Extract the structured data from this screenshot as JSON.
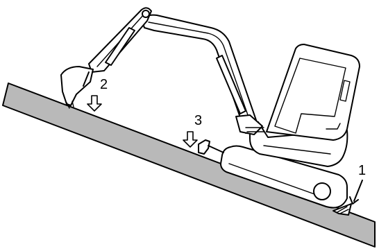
{
  "callouts": {
    "one": "1",
    "two": "2",
    "three": "3"
  },
  "colors": {
    "ground": "#b9b9b9",
    "outline": "#000000",
    "background": "#ffffff"
  },
  "icons": {
    "arrow": "down-arrow-icon",
    "chock": "wedge-chock-icon"
  }
}
